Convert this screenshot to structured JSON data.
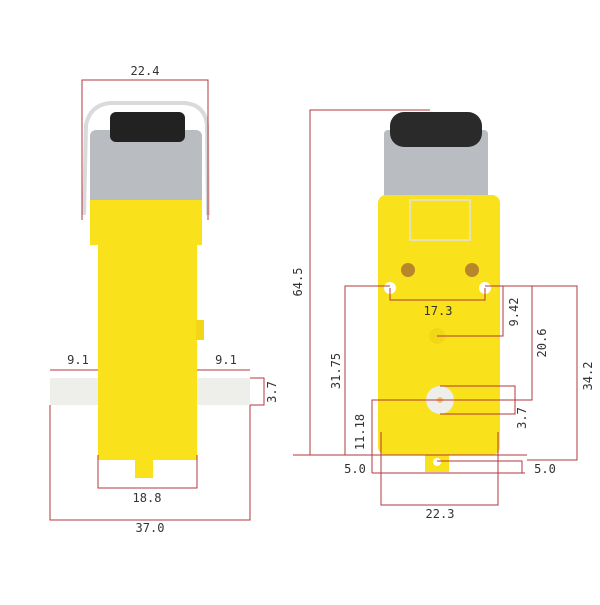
{
  "colors": {
    "body_yellow": "#f9e11c",
    "dimension_line": "#b5373d",
    "shaft": "#eeeeea",
    "motor_can": "#b9bcc0"
  },
  "side_view": {
    "motor_width": "22.4",
    "shaft_left_length": "9.1",
    "shaft_right_length": "9.1",
    "shaft_diameter": "3.7",
    "body_width": "18.8",
    "overall_width": "37.0"
  },
  "front_view": {
    "overall_height": "64.5",
    "mount_hole_spacing": "17.3",
    "hole_to_center": "9.42",
    "hole_to_shaft": "20.6",
    "shaft_to_bottom": "31.75",
    "hole_to_tab": "34.2",
    "shaft_flat": "3.7",
    "shaft_to_tab": "11.18",
    "tab_left": "5.0",
    "tab_right": "5.0",
    "body_width": "22.3"
  }
}
